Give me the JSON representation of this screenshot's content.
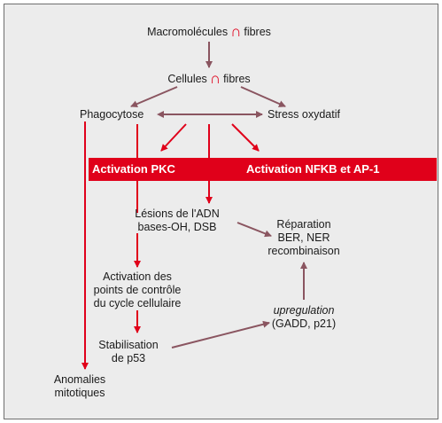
{
  "colors": {
    "red": "#e0001a",
    "brown": "#8a5560",
    "background": "#ececec"
  },
  "nodes": {
    "macro": {
      "text1": "Macromolécules",
      "sym": "∩",
      "text2": "fibres"
    },
    "cellules": {
      "text1": "Cellules",
      "sym": "∩",
      "text2": "fibres"
    },
    "phagocytose": "Phagocytose",
    "stress": "Stress oxydatif",
    "pkc": "Activation PKC",
    "nfkb": "Activation NFKB et AP-1",
    "lesions": [
      "Lésions de l'ADN",
      "bases-OH, DSB"
    ],
    "reparation": [
      "Réparation",
      "BER, NER",
      "recombinaison"
    ],
    "activation": [
      "Activation des",
      "points de contrôle",
      "du cycle cellulaire"
    ],
    "upregulation": {
      "italic": "upregulation",
      "line2": "(GADD, p21)"
    },
    "stabilisation": [
      "Stabilisation",
      "de p53"
    ],
    "anomalies": [
      "Anomalies",
      "mitotiques"
    ]
  }
}
